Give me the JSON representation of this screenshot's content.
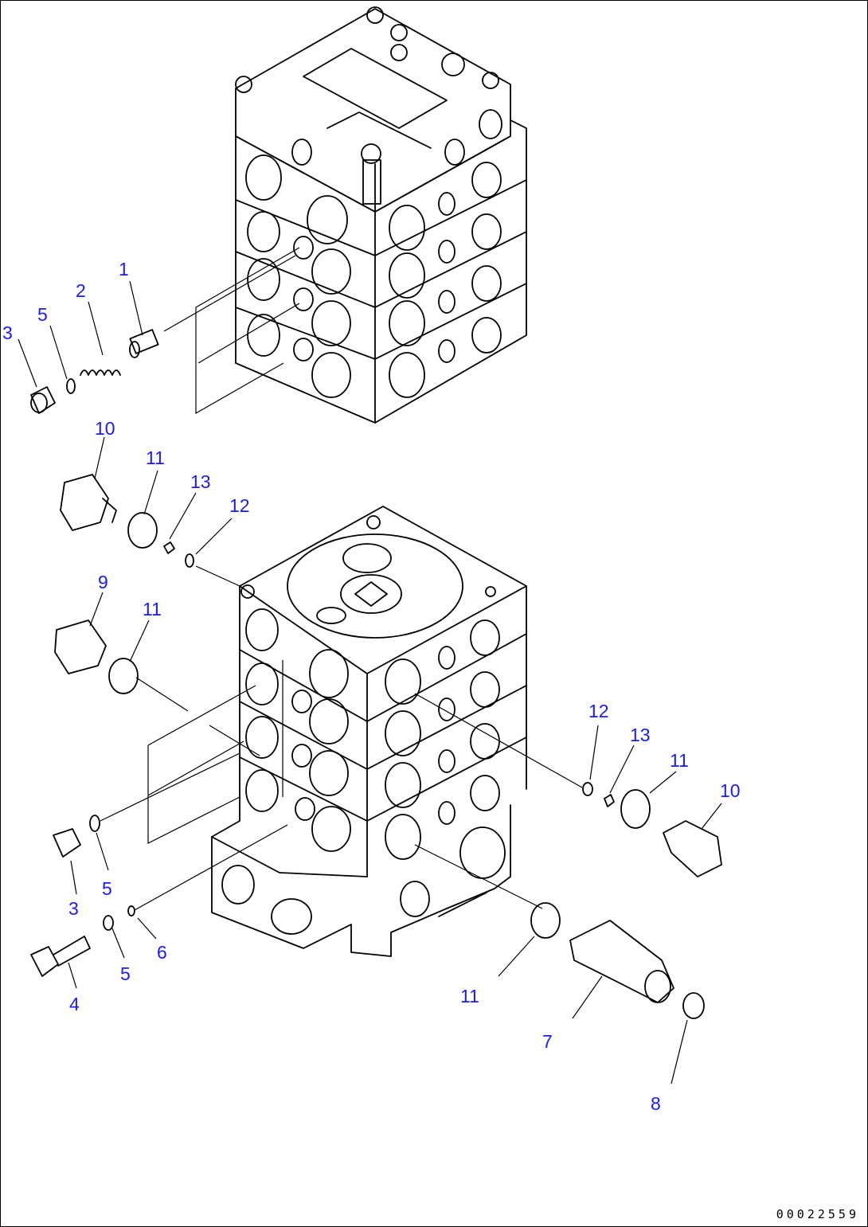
{
  "drawing_number": "00022559",
  "callouts": [
    {
      "id": "c1",
      "text": "1"
    },
    {
      "id": "c2",
      "text": "2"
    },
    {
      "id": "c3a",
      "text": "3"
    },
    {
      "id": "c5a",
      "text": "5"
    },
    {
      "id": "c10a",
      "text": "10"
    },
    {
      "id": "c11a",
      "text": "11"
    },
    {
      "id": "c13a",
      "text": "13"
    },
    {
      "id": "c12a",
      "text": "12"
    },
    {
      "id": "c9",
      "text": "9"
    },
    {
      "id": "c11b",
      "text": "11"
    },
    {
      "id": "c12b",
      "text": "12"
    },
    {
      "id": "c13b",
      "text": "13"
    },
    {
      "id": "c11c",
      "text": "11"
    },
    {
      "id": "c10b",
      "text": "10"
    },
    {
      "id": "c5b",
      "text": "5"
    },
    {
      "id": "c3b",
      "text": "3"
    },
    {
      "id": "c6",
      "text": "6"
    },
    {
      "id": "c5c",
      "text": "5"
    },
    {
      "id": "c4",
      "text": "4"
    },
    {
      "id": "c11d",
      "text": "11"
    },
    {
      "id": "c7",
      "text": "7"
    },
    {
      "id": "c8",
      "text": "8"
    }
  ]
}
